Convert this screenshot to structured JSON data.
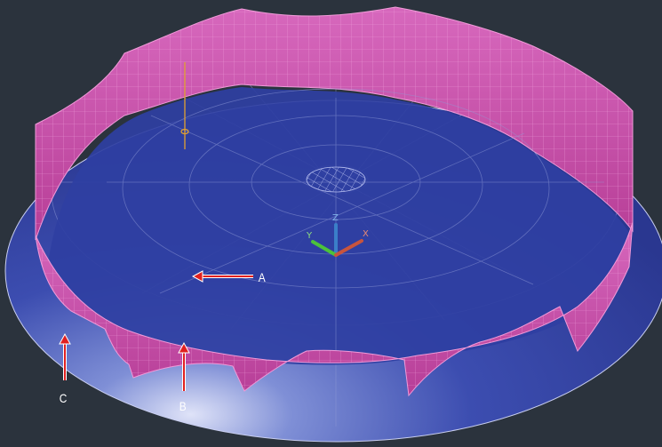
{
  "viewport": {
    "background_color": "#2b333d",
    "base_surface_color": "#2e3c9a",
    "wall_color": "#c94aa7",
    "wall_edge_color": "#f09ad8",
    "grid_color": "#8f9ad6"
  },
  "callouts": {
    "a": {
      "label": "A",
      "color": "#e02020"
    },
    "b": {
      "label": "B",
      "color": "#e02020"
    },
    "c": {
      "label": "C",
      "color": "#e02020"
    }
  },
  "ucs_icon": {
    "x_label": "X",
    "y_label": "Y",
    "z_label": "Z",
    "x_color": "#c8543d",
    "y_color": "#4cc33a",
    "z_color": "#3b7ec9"
  },
  "light_glyph": {
    "icon": "light-pole-icon",
    "color": "#e0a030"
  }
}
